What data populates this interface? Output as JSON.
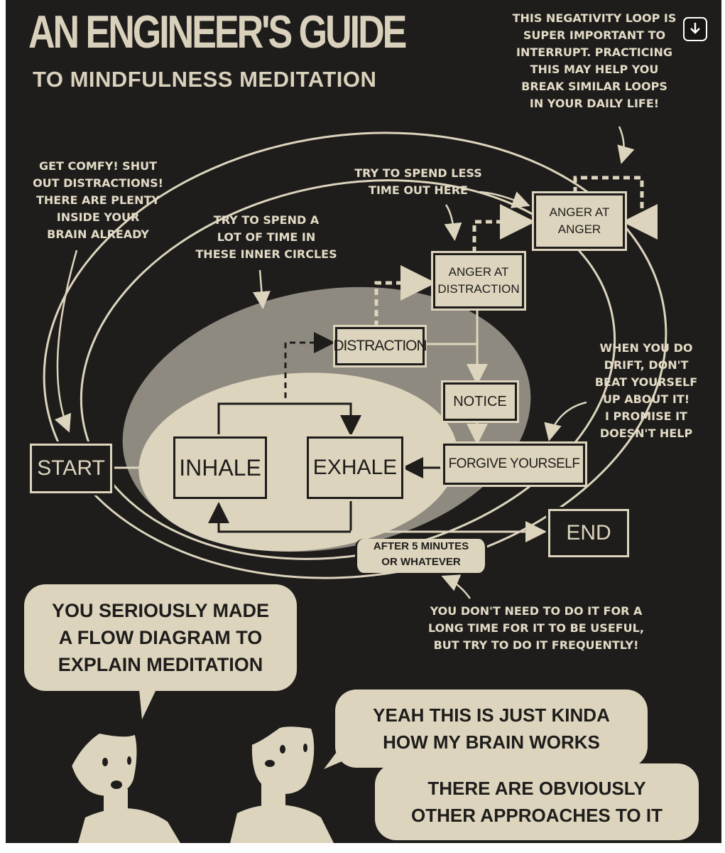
{
  "header": {
    "title": "AN ENGINEER'S GUIDE",
    "subtitle": "TO MINDFULNESS MEDITATION"
  },
  "notes": {
    "top_right": "THIS NEGATIVITY LOOP IS\nSUPER IMPORTANT TO\nINTERRUPT. PRACTICING\nTHIS MAY HELP YOU\nBREAK SIMILAR LOOPS\nIN YOUR DAILY LIFE!",
    "get_comfy": "GET COMFY! SHUT\nOUT DISTRACTIONS!\nTHERE ARE PLENTY\nINSIDE YOUR\nBRAIN ALREADY",
    "less_time": "TRY TO SPEND LESS\nTIME OUT HERE",
    "inner_circles": "TRY TO SPEND A\nLOT OF TIME IN\nTHESE INNER CIRCLES",
    "drift": "WHEN YOU DO\nDRIFT, DON'T\nBEAT YOURSELF\nUP ABOUT IT!\nI PROMISE IT\nDOESN'T HELP",
    "frequency": "YOU DON'T NEED TO DO IT FOR A\nLONG TIME FOR IT TO BE USEFUL,\nBUT TRY TO DO IT FREQUENTLY!",
    "after_minutes": "AFTER 5 MINUTES\nOR WHATEVER"
  },
  "boxes": {
    "start": "START",
    "inhale": "INHALE",
    "exhale": "EXHALE",
    "distraction": "DISTRACTION",
    "anger_at_distraction": "ANGER AT\nDISTRACTION",
    "anger_at_anger": "ANGER AT\nANGER",
    "notice": "NOTICE",
    "forgive": "FORGIVE YOURSELF",
    "end": "END"
  },
  "bubbles": {
    "left": "YOU SERIOUSLY MADE\nA FLOW DIAGRAM TO\nEXPLAIN MEDITATION",
    "right_1": "YEAH THIS IS JUST KINDA\nHOW MY BRAIN WORKS",
    "right_2": "THERE ARE OBVIOUSLY\nOTHER APPROACHES TO IT"
  },
  "colors": {
    "background": "#1e1d1b",
    "ink": "#e3dbc6",
    "paper": "#ddd4bd",
    "gray_ring": "#8f8a80"
  },
  "ui": {
    "save_icon": "download-icon"
  }
}
